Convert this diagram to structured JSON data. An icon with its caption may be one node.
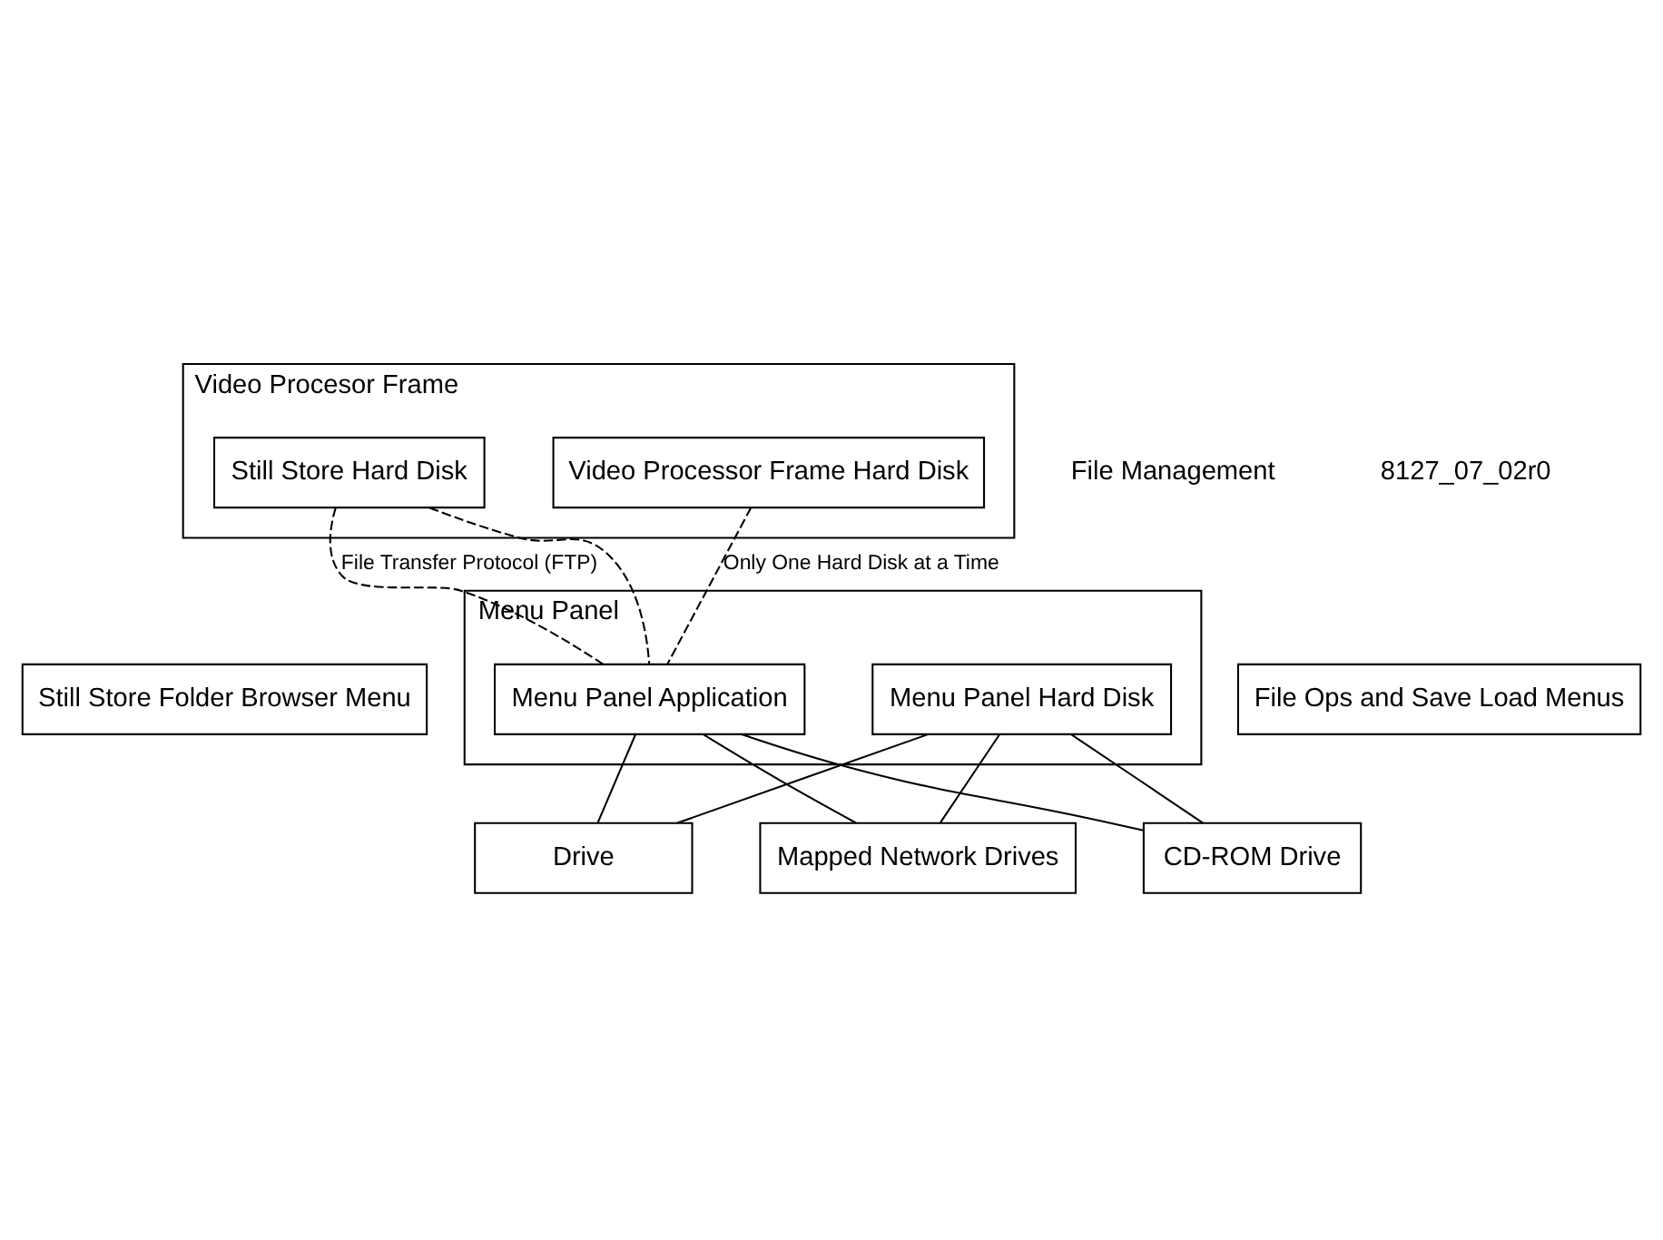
{
  "diagram": {
    "nodes": [
      {
        "text": [
          "Video Procesor Frame"
        ]
      },
      {
        "text": [
          "Still Store Hard Disk"
        ],
        "in": 0
      },
      {
        "text": [
          "Video Processor Frame Hard Disk"
        ],
        "in": 0
      },
      {
        "text": [
          "Still Store Folder Browser Menu"
        ]
      },
      {
        "text": [
          "File Ops and Save Load Menus"
        ]
      },
      {
        "text": [
          "Menu Panel"
        ]
      },
      {
        "text": [
          "Menu Panel Application"
        ],
        "in": 5
      },
      {
        "text": [
          "Menu Panel Hard Disk"
        ],
        "in": 5
      },
      {
        "text": [
          "Drive"
        ]
      },
      {
        "text": [
          "CD-ROM Drive"
        ]
      },
      {
        "text": [
          "Mapped Network Drives"
        ]
      }
    ],
    "edges": [
      {
        "from": 1,
        "to": 6,
        "arrow": "none",
        "style": "dashed",
        "label": "File Transfer Protocol (FTP)"
      },
      {
        "from": 1,
        "to": 6,
        "arrow": "none",
        "style": "dashed"
      },
      {
        "from": 2,
        "to": 6,
        "arrow": "none",
        "style": "dashed",
        "label": "Only One Hard Disk at a Time"
      },
      {
        "from": 6,
        "to": 8,
        "arrow": "none"
      },
      {
        "from": 6,
        "to": 9,
        "arrow": "none"
      },
      {
        "from": 6,
        "to": 10,
        "arrow": "none"
      },
      {
        "from": 7,
        "to": 8,
        "arrow": "none"
      },
      {
        "from": 7,
        "to": 9,
        "arrow": "none"
      },
      {
        "from": 7,
        "to": 10,
        "arrow": "none"
      }
    ],
    "labels": [
      "File Management",
      "8127_07_02r0"
    ]
  }
}
